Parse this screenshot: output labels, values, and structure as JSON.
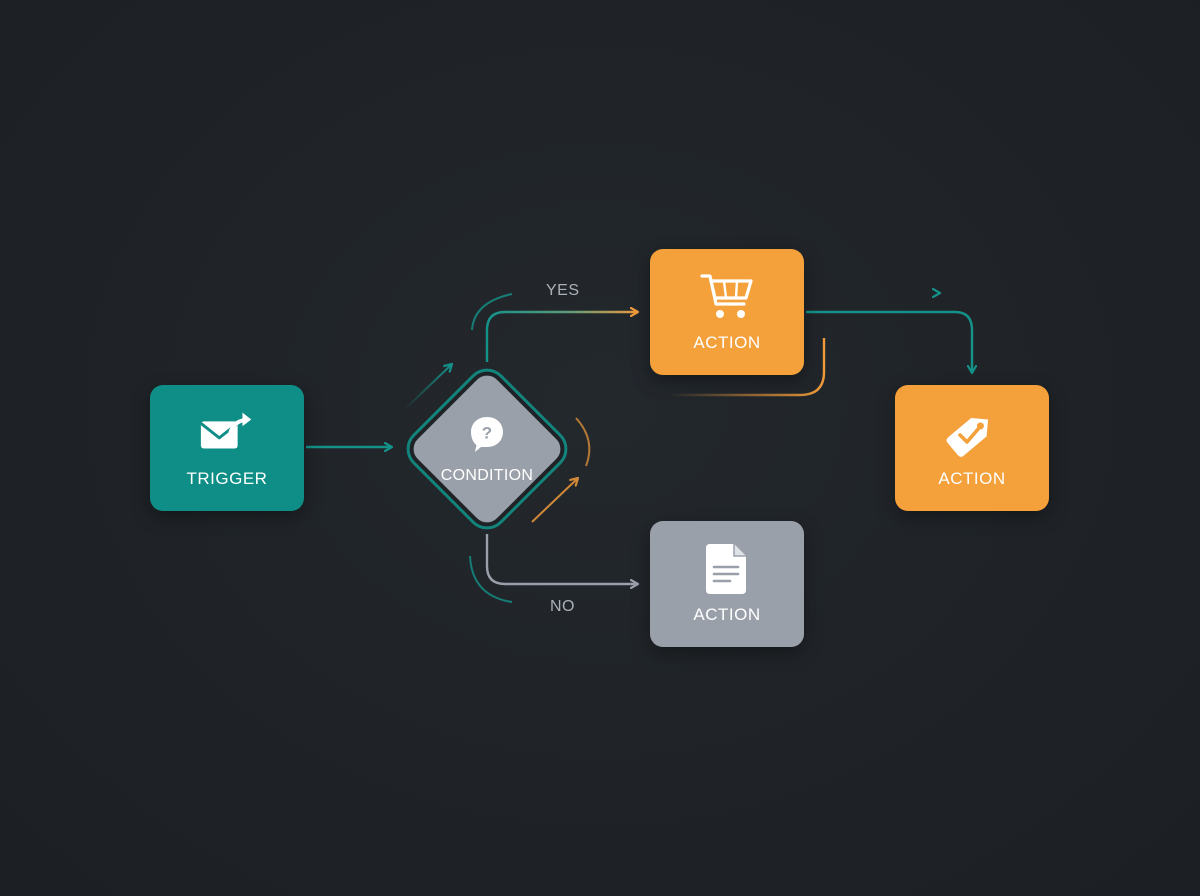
{
  "nodes": {
    "trigger": {
      "label": "TRIGGER",
      "icon": "email-forward-icon",
      "color": "#0e8e86"
    },
    "condition": {
      "label": "CONDITION",
      "icon": "question-bubble-icon",
      "color": "#9aa0aa"
    },
    "action_cart": {
      "label": "ACTION",
      "icon": "shopping-cart-icon",
      "color": "#f4a03b"
    },
    "action_tag": {
      "label": "ACTION",
      "icon": "tag-check-icon",
      "color": "#f4a03b"
    },
    "action_doc": {
      "label": "ACTION",
      "icon": "document-icon",
      "color": "#9aa0aa"
    }
  },
  "edges": {
    "yes_label": "YES",
    "no_label": "NO"
  },
  "colors": {
    "background": "#1f2327",
    "teal": "#0e8e86",
    "orange": "#f4a03b",
    "gray": "#9aa0aa",
    "edge_text": "#aab0b8"
  }
}
